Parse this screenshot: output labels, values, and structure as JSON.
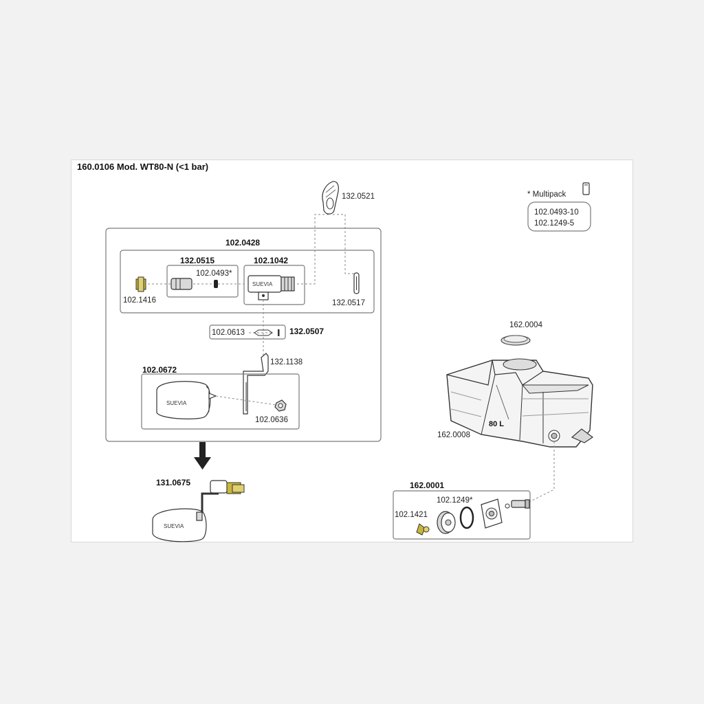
{
  "title": "160.0106 Mod. WT80-N (<1 bar)",
  "multipack": {
    "label": "* Multipack",
    "items": [
      "102.0493-10",
      "102.1249-5"
    ]
  },
  "brand_text": "SUEVIA",
  "tank_volume": "80 L",
  "parts": {
    "p132_0521": "132.0521",
    "p102_0428": "102.0428",
    "p132_0515": "132.0515",
    "p102_1042": "102.1042",
    "p102_0493": "102.0493*",
    "p102_1416": "102.1416",
    "p132_0517": "132.0517",
    "p102_0613": "102.0613",
    "p132_0507": "132.0507",
    "p132_1138": "132.1138",
    "p102_0672": "102.0672",
    "p102_0636": "102.0636",
    "p131_0675": "131.0675",
    "p162_0004": "162.0004",
    "p162_0008": "162.0008",
    "p162_0001": "162.0001",
    "p102_1249": "102.1249*",
    "p102_1421": "102.1421"
  },
  "colors": {
    "background": "#f2f2f2",
    "sheet": "#ffffff",
    "line": "#7a7a7a",
    "brass": "#c9b53a"
  }
}
